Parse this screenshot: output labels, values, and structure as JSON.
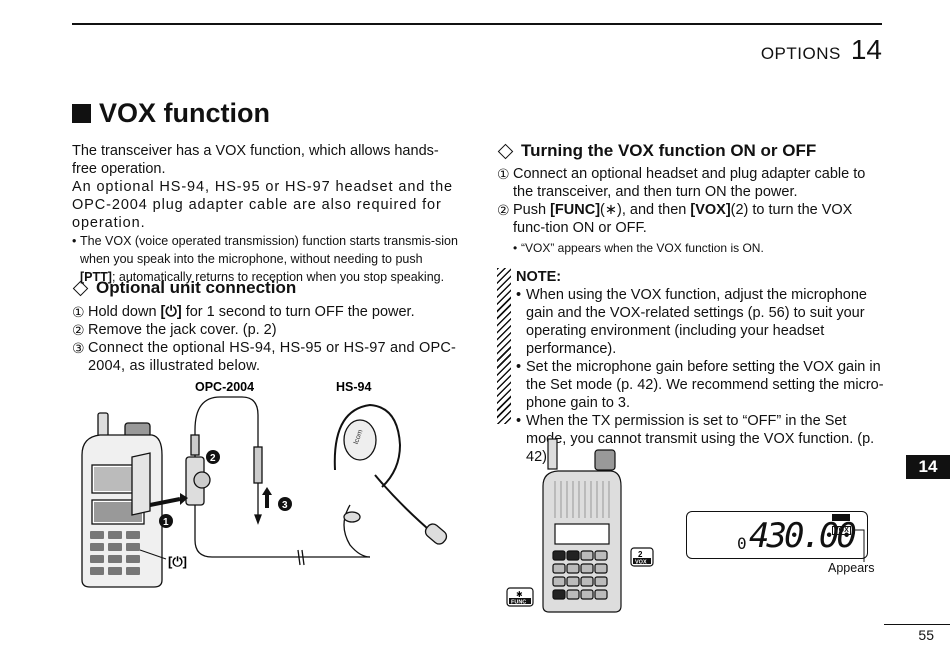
{
  "header": {
    "label": "OPTIONS",
    "chapter": "14"
  },
  "title": "VOX function",
  "intro": {
    "p1": "The transceiver has a VOX function, which allows hands-free operation.",
    "p2": "An optional HS-94, HS-95 or HS-97 headset and the OPC-2004 plug adapter cable are also required for operation.",
    "bullet_a": "The VOX (voice operated transmission) function starts transmis-sion when you speak into the microphone, without needing to push ",
    "bullet_ptt": "[PTT]",
    "bullet_b": "; automatically returns to reception when you stop speaking."
  },
  "optional": {
    "heading": "Optional unit connection",
    "s1_num": "①",
    "s1_a": "Hold down ",
    "s1_key": "[⏻]",
    "s1_b": " for 1 second to turn OFF the power.",
    "s2_num": "②",
    "s2": "Remove the jack cover. (p. 2)",
    "s3_num": "③",
    "s3": "Connect the optional HS-94, HS-95 or HS-97 and OPC-2004, as illustrated below."
  },
  "figure_left": {
    "label_cable": "OPC-2004",
    "label_headset": "HS-94",
    "label_power": "[⏻]",
    "callout1": "1",
    "callout2": "2",
    "callout3": "3",
    "mic_logo": "Icom"
  },
  "turning": {
    "heading": "Turning the VOX function ON or OFF",
    "s1_num": "①",
    "s1": "Connect an optional headset and plug adapter cable to the transceiver, and then turn ON the power.",
    "s2_num": "②",
    "s2_a": "Push ",
    "s2_func": "[FUNC]",
    "s2_b": "(∗), and then ",
    "s2_vox": "[VOX]",
    "s2_c": "(2) to turn the VOX func-tion ON or OFF.",
    "s2_bullet": "“VOX” appears when the VOX function is ON."
  },
  "note": {
    "heading": "NOTE:",
    "items": [
      "When using the VOX function, adjust the microphone gain and the VOX-related settings (p. 56) to suit your operating environment (including your headset performance).",
      "Set the microphone gain before setting the VOX gain in the Set mode (p. 42). We recommend setting the micro-phone gain to 3.",
      "When the TX permission is set to “OFF” in the Set mode, you cannot transmit using the VOX function. (p. 42)"
    ]
  },
  "figure_right": {
    "key2_num": "2",
    "key2_label": "VOX",
    "func_star": "✱",
    "func_label": "FUNC",
    "lcd_prefix": "0",
    "lcd_freq": "430.00",
    "lcd_vox": "VOX",
    "appears": "Appears"
  },
  "tab": "14",
  "page_number": "55"
}
